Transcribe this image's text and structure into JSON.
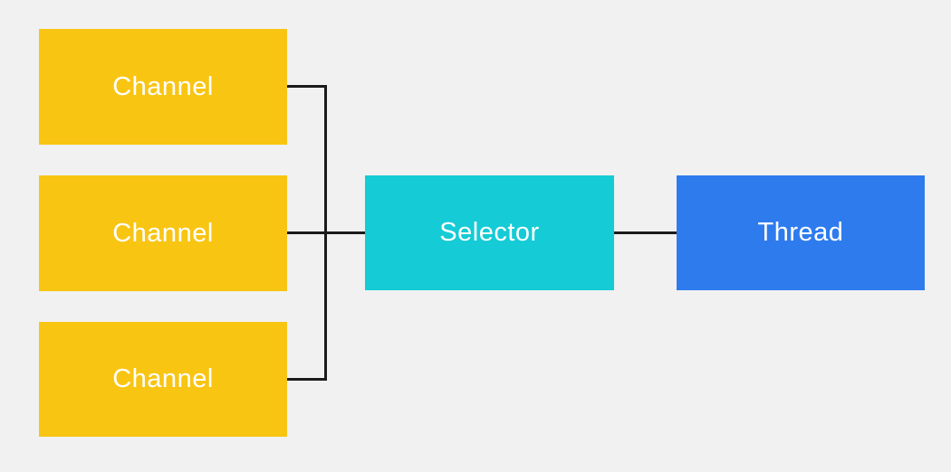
{
  "diagram": {
    "background_color": "#f1f1f1",
    "connector_color": "#1b1b1b",
    "text_color": "#ffffff",
    "nodes": {
      "channel1": {
        "label": "Channel",
        "color": "#f9c513"
      },
      "channel2": {
        "label": "Channel",
        "color": "#f9c513"
      },
      "channel3": {
        "label": "Channel",
        "color": "#f9c513"
      },
      "selector": {
        "label": "Selector",
        "color": "#15cbd5"
      },
      "thread": {
        "label": "Thread",
        "color": "#2e7bee"
      }
    },
    "connections": [
      {
        "from": "channel1",
        "to": "selector"
      },
      {
        "from": "channel2",
        "to": "selector"
      },
      {
        "from": "channel3",
        "to": "selector"
      },
      {
        "from": "selector",
        "to": "thread"
      }
    ]
  }
}
